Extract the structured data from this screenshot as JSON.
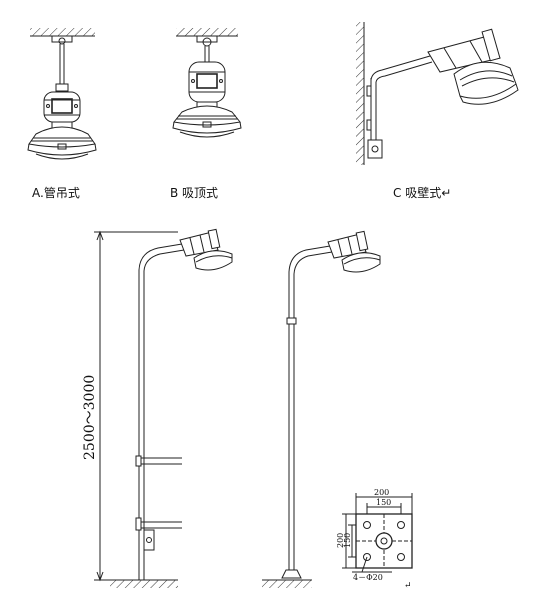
{
  "labels": {
    "a": "A.管吊式",
    "b": "B 吸顶式",
    "c": "C 吸壁式↵"
  },
  "dimensions": {
    "height_range": "2500～3000",
    "base_outer": "200",
    "base_inner": "150",
    "base_side_outer": "200",
    "base_side_inner": "150",
    "holes": "4－Φ20"
  },
  "marks": {
    "return_mark": "↵"
  }
}
